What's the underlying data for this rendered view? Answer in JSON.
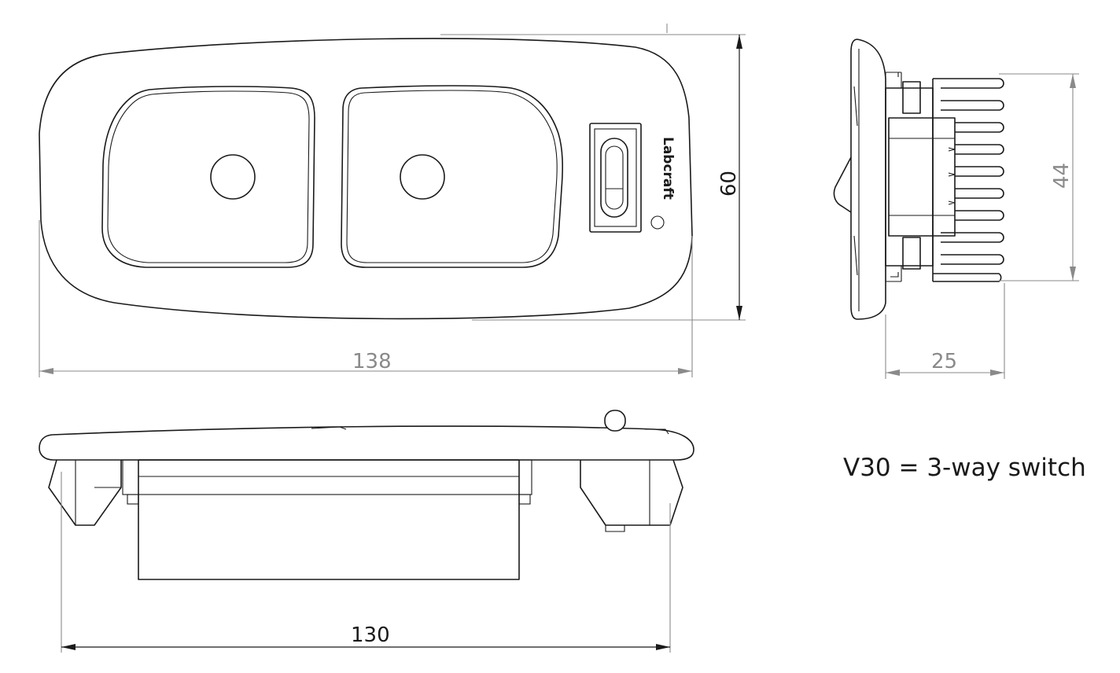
{
  "dimensions": {
    "top_width": "138",
    "top_height": "60",
    "side_height": "44",
    "side_depth": "25",
    "bottom_width": "130"
  },
  "brand_label": "Labcraft",
  "note": "V30 = 3-way switch",
  "colors": {
    "outline": "#1a1a1a",
    "dimension_gray": "#8a8a8a",
    "background": "#ffffff"
  }
}
